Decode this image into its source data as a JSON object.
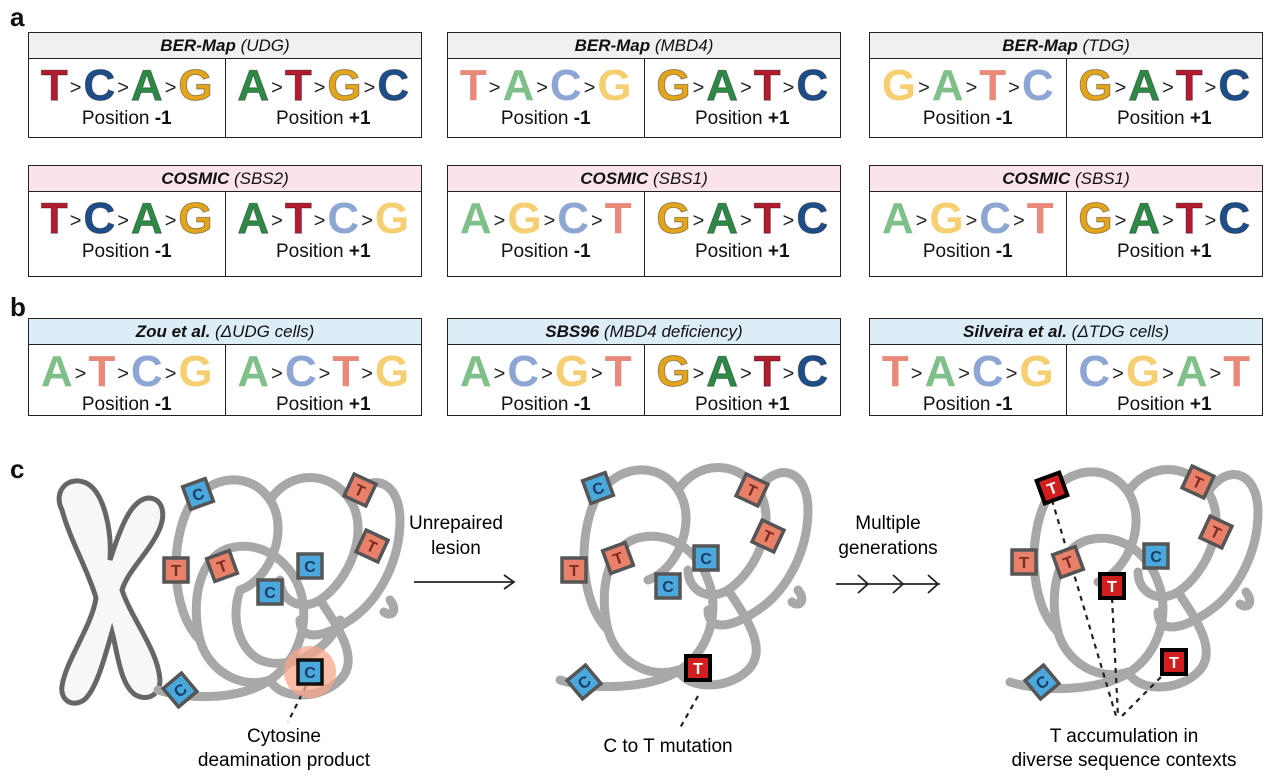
{
  "panels": {
    "a": "a",
    "b": "b",
    "c": "c"
  },
  "colors": {
    "T": "#b31b2f",
    "C": "#1d4e89",
    "A": "#2d8a46",
    "G": "#e2a51e",
    "T_faded": "#e8897a",
    "C_faded": "#8ea6d4",
    "A_faded": "#7fc08a",
    "G_faded": "#f6cf73",
    "header_gray": "#f0f0f0",
    "header_pink": "#fbe3ea",
    "header_blue": "#ddedf8",
    "chromatin": "#a8a8a8",
    "cytosine_box": "#4aa8dc",
    "thymine_box": "#e8806a",
    "mutation_box": "#d11f1f",
    "halo": "#f7a58a"
  },
  "cards": [
    {
      "id": "ber-udg",
      "title_bold": "BER-Map",
      "title_ital": " (UDG)",
      "style": "gray",
      "left": {
        "seq": [
          [
            "T",
            0
          ],
          [
            "C",
            0
          ],
          [
            "A",
            0
          ],
          [
            "G",
            0
          ]
        ],
        "label": "Position ",
        "value": "-1"
      },
      "right": {
        "seq": [
          [
            "A",
            0
          ],
          [
            "T",
            0
          ],
          [
            "G",
            0
          ],
          [
            "C",
            0
          ]
        ],
        "label": "Position ",
        "value": "+1"
      }
    },
    {
      "id": "ber-mbd4",
      "title_bold": "BER-Map",
      "title_ital": " (MBD4)",
      "style": "gray",
      "left": {
        "seq": [
          [
            "T",
            1
          ],
          [
            "A",
            1
          ],
          [
            "C",
            1
          ],
          [
            "G",
            1
          ]
        ],
        "label": "Position ",
        "value": "-1"
      },
      "right": {
        "seq": [
          [
            "G",
            0
          ],
          [
            "A",
            0
          ],
          [
            "T",
            0
          ],
          [
            "C",
            0
          ]
        ],
        "label": "Position ",
        "value": "+1"
      }
    },
    {
      "id": "ber-tdg",
      "title_bold": "BER-Map",
      "title_ital": " (TDG)",
      "style": "gray",
      "left": {
        "seq": [
          [
            "G",
            1
          ],
          [
            "A",
            1
          ],
          [
            "T",
            1
          ],
          [
            "C",
            1
          ]
        ],
        "label": "Position ",
        "value": "-1"
      },
      "right": {
        "seq": [
          [
            "G",
            0
          ],
          [
            "A",
            0
          ],
          [
            "T",
            0
          ],
          [
            "C",
            0
          ]
        ],
        "label": "Position ",
        "value": "+1"
      }
    },
    {
      "id": "cosmic-sbs2",
      "title_bold": "COSMIC",
      "title_ital": " (SBS2)",
      "style": "pink",
      "left": {
        "seq": [
          [
            "T",
            0
          ],
          [
            "C",
            0
          ],
          [
            "A",
            0
          ],
          [
            "G",
            0
          ]
        ],
        "label": "Position ",
        "value": "-1"
      },
      "right": {
        "seq": [
          [
            "A",
            0
          ],
          [
            "T",
            0
          ],
          [
            "C",
            1
          ],
          [
            "G",
            1
          ]
        ],
        "label": "Position ",
        "value": "+1"
      }
    },
    {
      "id": "cosmic-sbs1-a",
      "title_bold": "COSMIC",
      "title_ital": " (SBS1)",
      "style": "pink",
      "left": {
        "seq": [
          [
            "A",
            1
          ],
          [
            "G",
            1
          ],
          [
            "C",
            1
          ],
          [
            "T",
            1
          ]
        ],
        "label": "Position ",
        "value": "-1"
      },
      "right": {
        "seq": [
          [
            "G",
            0
          ],
          [
            "A",
            0
          ],
          [
            "T",
            0
          ],
          [
            "C",
            0
          ]
        ],
        "label": "Position ",
        "value": "+1"
      }
    },
    {
      "id": "cosmic-sbs1-b",
      "title_bold": "COSMIC",
      "title_ital": " (SBS1)",
      "style": "pink",
      "left": {
        "seq": [
          [
            "A",
            1
          ],
          [
            "G",
            1
          ],
          [
            "C",
            1
          ],
          [
            "T",
            1
          ]
        ],
        "label": "Position ",
        "value": "-1"
      },
      "right": {
        "seq": [
          [
            "G",
            0
          ],
          [
            "A",
            0
          ],
          [
            "T",
            0
          ],
          [
            "C",
            0
          ]
        ],
        "label": "Position ",
        "value": "+1"
      }
    },
    {
      "id": "zou",
      "title_bold": "Zou et al.",
      "title_ital": " (ΔUDG cells)",
      "style": "blue",
      "left": {
        "seq": [
          [
            "A",
            1
          ],
          [
            "T",
            1
          ],
          [
            "C",
            1
          ],
          [
            "G",
            1
          ]
        ],
        "label": "Position ",
        "value": "-1"
      },
      "right": {
        "seq": [
          [
            "A",
            1
          ],
          [
            "C",
            1
          ],
          [
            "T",
            1
          ],
          [
            "G",
            1
          ]
        ],
        "label": "Position ",
        "value": "+1"
      }
    },
    {
      "id": "sbs96",
      "title_bold": "SBS96",
      "title_ital": " (MBD4 deficiency)",
      "style": "blue",
      "left": {
        "seq": [
          [
            "A",
            1
          ],
          [
            "C",
            1
          ],
          [
            "G",
            1
          ],
          [
            "T",
            1
          ]
        ],
        "label": "Position ",
        "value": "-1"
      },
      "right": {
        "seq": [
          [
            "G",
            0
          ],
          [
            "A",
            0
          ],
          [
            "T",
            0
          ],
          [
            "C",
            0
          ]
        ],
        "label": "Position ",
        "value": "+1"
      }
    },
    {
      "id": "silveira",
      "title_bold": "Silveira et al.",
      "title_ital": " (ΔTDG cells)",
      "style": "blue",
      "left": {
        "seq": [
          [
            "T",
            1
          ],
          [
            "A",
            1
          ],
          [
            "C",
            1
          ],
          [
            "G",
            1
          ]
        ],
        "label": "Position ",
        "value": "-1"
      },
      "right": {
        "seq": [
          [
            "C",
            1
          ],
          [
            "G",
            1
          ],
          [
            "A",
            1
          ],
          [
            "T",
            1
          ]
        ],
        "label": "Position ",
        "value": "+1"
      }
    }
  ],
  "panel_c": {
    "arrow1_label": [
      "Unrepaired",
      "lesion"
    ],
    "arrow2_label": [
      "Multiple",
      "generations"
    ],
    "caption1": [
      "Cytosine",
      "deamination product"
    ],
    "caption2": [
      "C to T mutation"
    ],
    "caption3": [
      "T accumulation in",
      "diverse sequence contexts"
    ],
    "glyph_C": "C",
    "glyph_T": "T"
  }
}
